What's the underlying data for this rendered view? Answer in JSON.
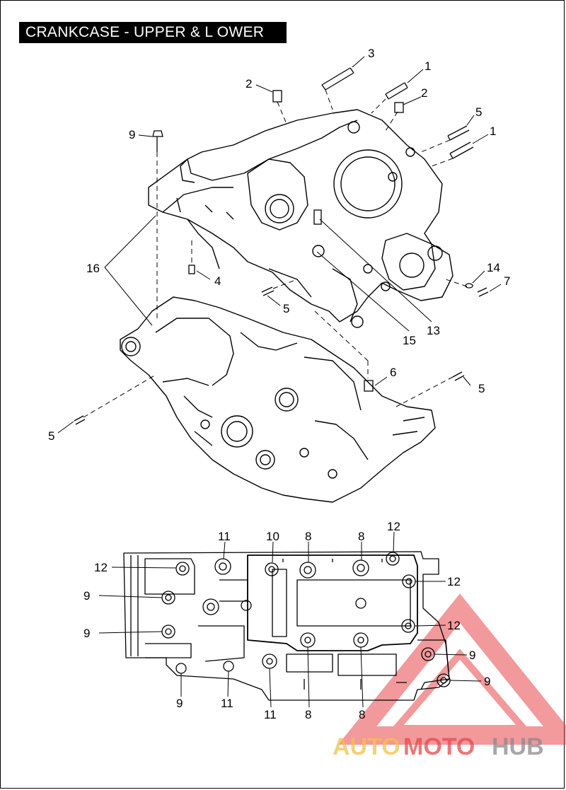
{
  "title": "CRANKCASE - UPPER & L OWER",
  "callouts": {
    "upper": [
      {
        "id": "c3",
        "label": "3"
      },
      {
        "id": "c1a",
        "label": "1"
      },
      {
        "id": "c2a",
        "label": "2"
      },
      {
        "id": "c2b",
        "label": "2"
      },
      {
        "id": "c5a",
        "label": "5"
      },
      {
        "id": "c1b",
        "label": "1"
      },
      {
        "id": "c9a",
        "label": "9"
      },
      {
        "id": "c16",
        "label": "16"
      },
      {
        "id": "c4",
        "label": "4"
      },
      {
        "id": "c5b",
        "label": "5"
      },
      {
        "id": "c14",
        "label": "14"
      },
      {
        "id": "c7",
        "label": "7"
      },
      {
        "id": "c13",
        "label": "13"
      },
      {
        "id": "c15",
        "label": "15"
      },
      {
        "id": "c6",
        "label": "6"
      },
      {
        "id": "c5c",
        "label": "5"
      },
      {
        "id": "c5d",
        "label": "5"
      }
    ],
    "lower": [
      {
        "id": "l11a",
        "label": "11"
      },
      {
        "id": "l10",
        "label": "10"
      },
      {
        "id": "l8a",
        "label": "8"
      },
      {
        "id": "l8b",
        "label": "8"
      },
      {
        "id": "l12a",
        "label": "12"
      },
      {
        "id": "l12b",
        "label": "12"
      },
      {
        "id": "l12c",
        "label": "12"
      },
      {
        "id": "l9a",
        "label": "9"
      },
      {
        "id": "l12d",
        "label": "12"
      },
      {
        "id": "l9b",
        "label": "9"
      },
      {
        "id": "l9c",
        "label": "9"
      },
      {
        "id": "l9d",
        "label": "9"
      },
      {
        "id": "l9e",
        "label": "9"
      },
      {
        "id": "l11b",
        "label": "11"
      },
      {
        "id": "l11c",
        "label": "11"
      },
      {
        "id": "l8c",
        "label": "8"
      },
      {
        "id": "l8d",
        "label": "8"
      }
    ]
  },
  "watermark": {
    "part1": "AUTO",
    "part2": "MOTO",
    "part3": "HUB",
    "colors": {
      "triangle": "#e8474b",
      "auto": "#f2c14a",
      "moto": "#e8474b",
      "hub": "#8a8a8a"
    }
  }
}
